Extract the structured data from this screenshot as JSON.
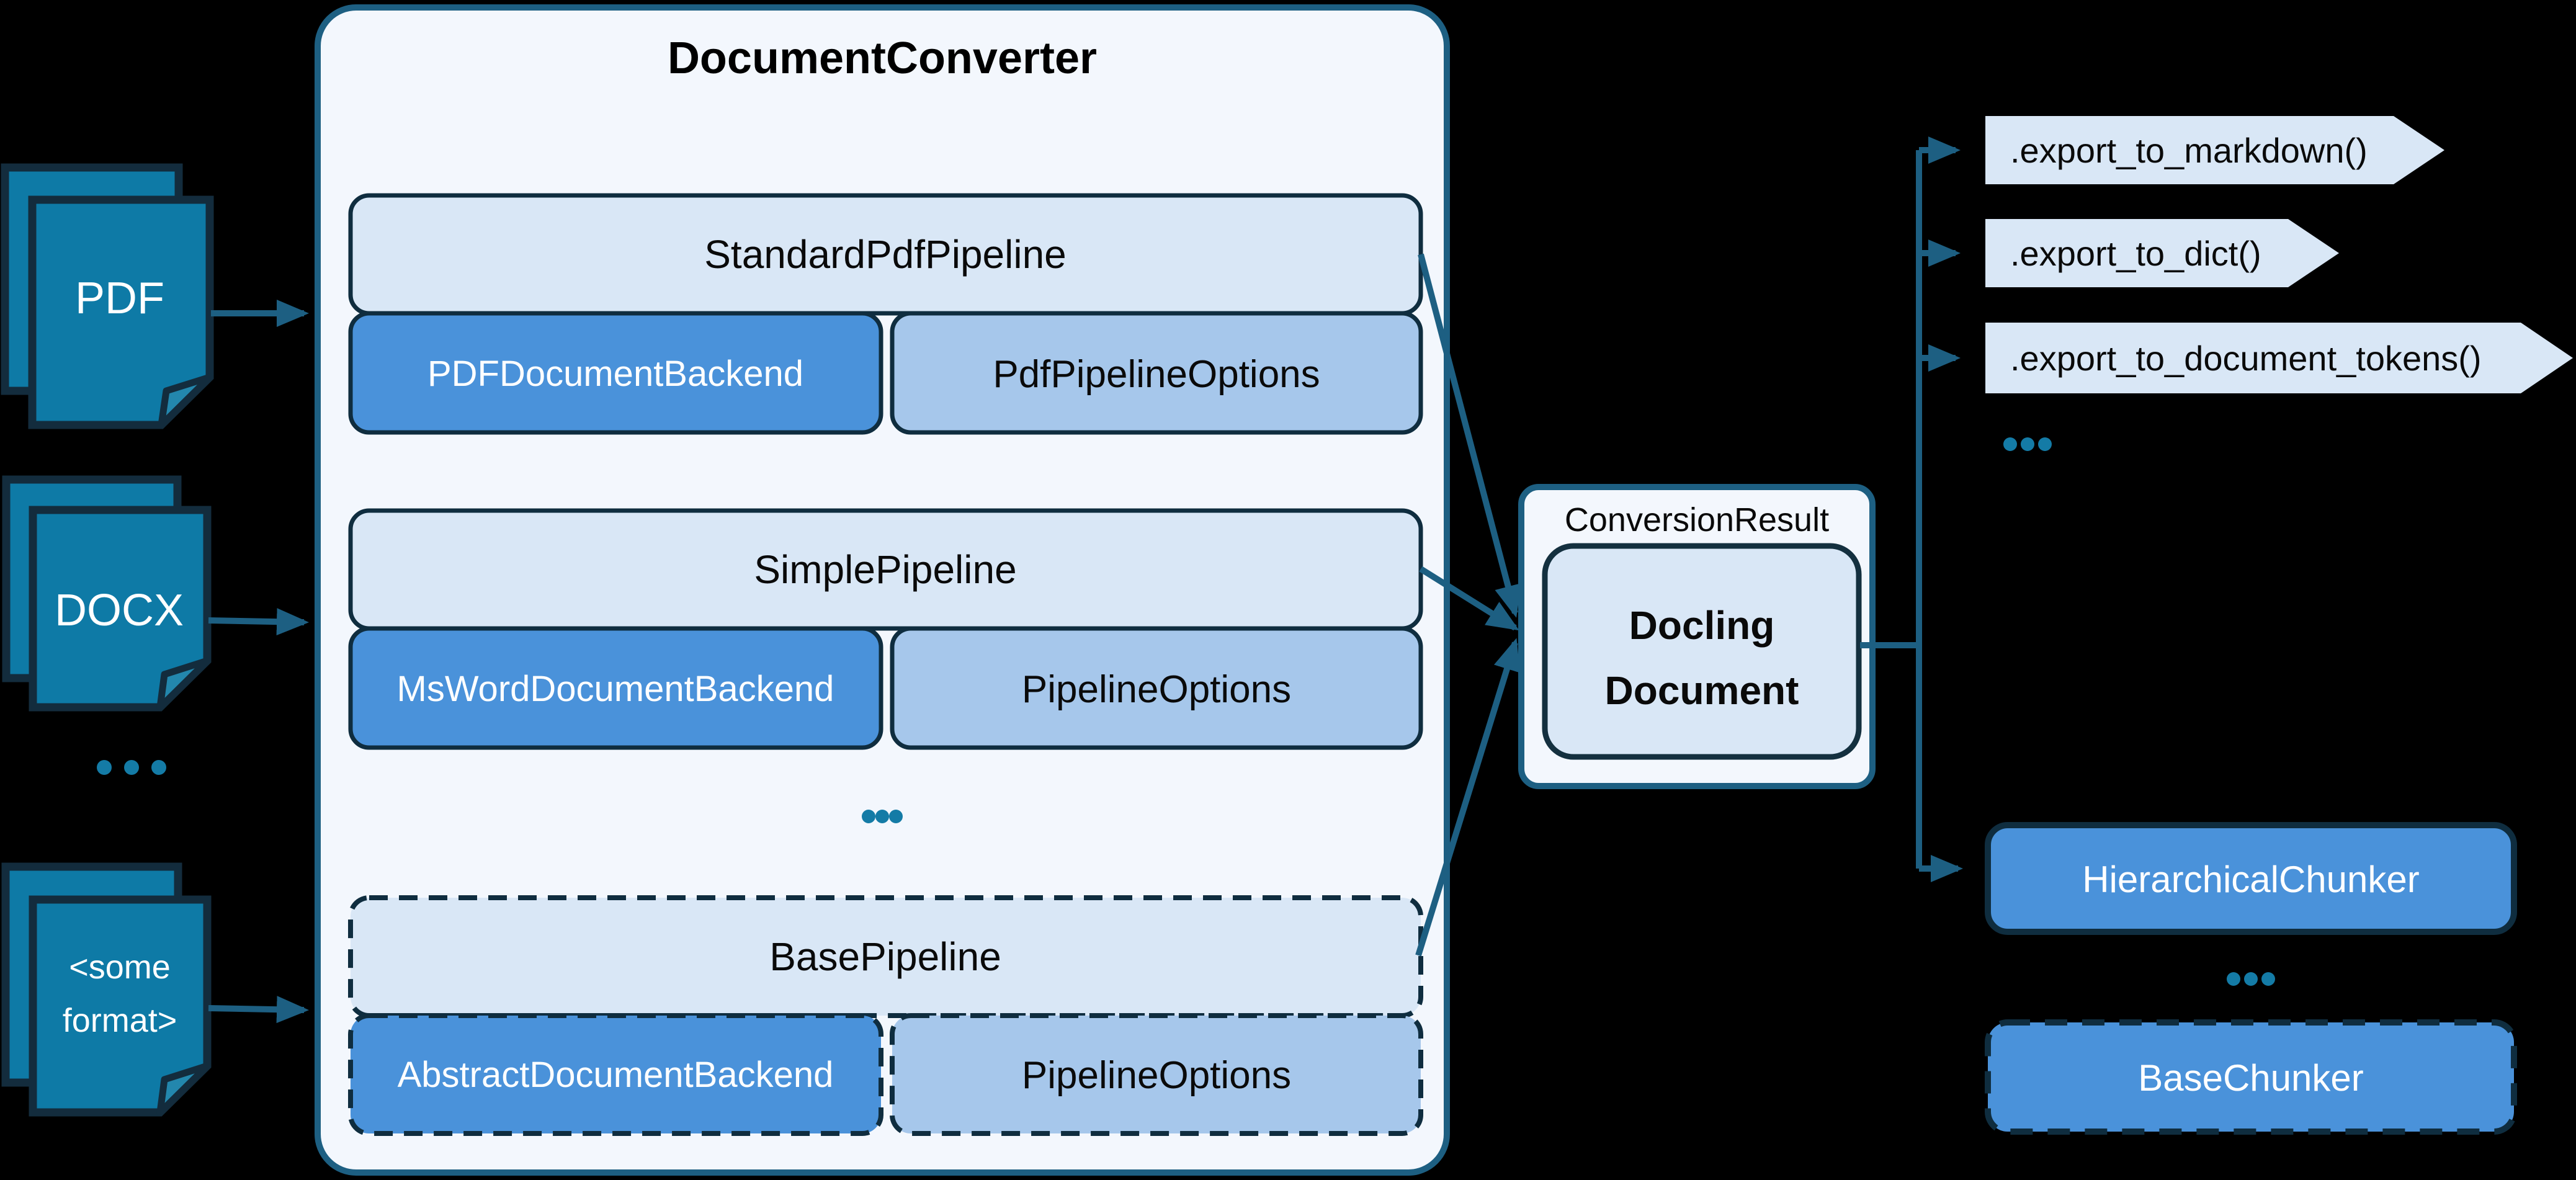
{
  "diagram": {
    "title": "DocumentConverter",
    "inputs": {
      "pdf": {
        "label": "PDF"
      },
      "docx": {
        "label": "DOCX"
      },
      "ellipsis": "...",
      "some_format": {
        "label": "<some format>",
        "line1": "<some",
        "line2": "format>"
      }
    },
    "pipelines": [
      {
        "title": "StandardPdfPipeline",
        "backend": "PDFDocumentBackend",
        "options": "PdfPipelineOptions",
        "style": "solid"
      },
      {
        "title": "SimplePipeline",
        "backend": "MsWordDocumentBackend",
        "options": "PipelineOptions",
        "style": "solid"
      },
      {
        "title": "BasePipeline",
        "backend": "AbstractDocumentBackend",
        "options": "PipelineOptions",
        "style": "dashed"
      }
    ],
    "converter_ellipsis": "...",
    "result": {
      "label": "ConversionResult",
      "document_line1": "Docling",
      "document_line2": "Document"
    },
    "exports": [
      ".export_to_markdown()",
      ".export_to_dict()",
      ".export_to_document_tokens()"
    ],
    "exports_ellipsis": "...",
    "chunkers": {
      "hierarchical": "HierarchicalChunker",
      "ellipsis": "...",
      "base": "BaseChunker"
    },
    "colors": {
      "background": "#000000",
      "accent_teal": "#1d5f82",
      "document_fill": "#0e7aa6",
      "dark_border": "#0f2d3f",
      "panel_fill": "#f3f7fd",
      "light_box_fill": "#d9e7f6",
      "backend_fill": "#4a92da",
      "options_fill": "#a6c7eb",
      "dots": "#147ba6",
      "text_dark": "#000000",
      "text_light": "#ffffff"
    }
  }
}
